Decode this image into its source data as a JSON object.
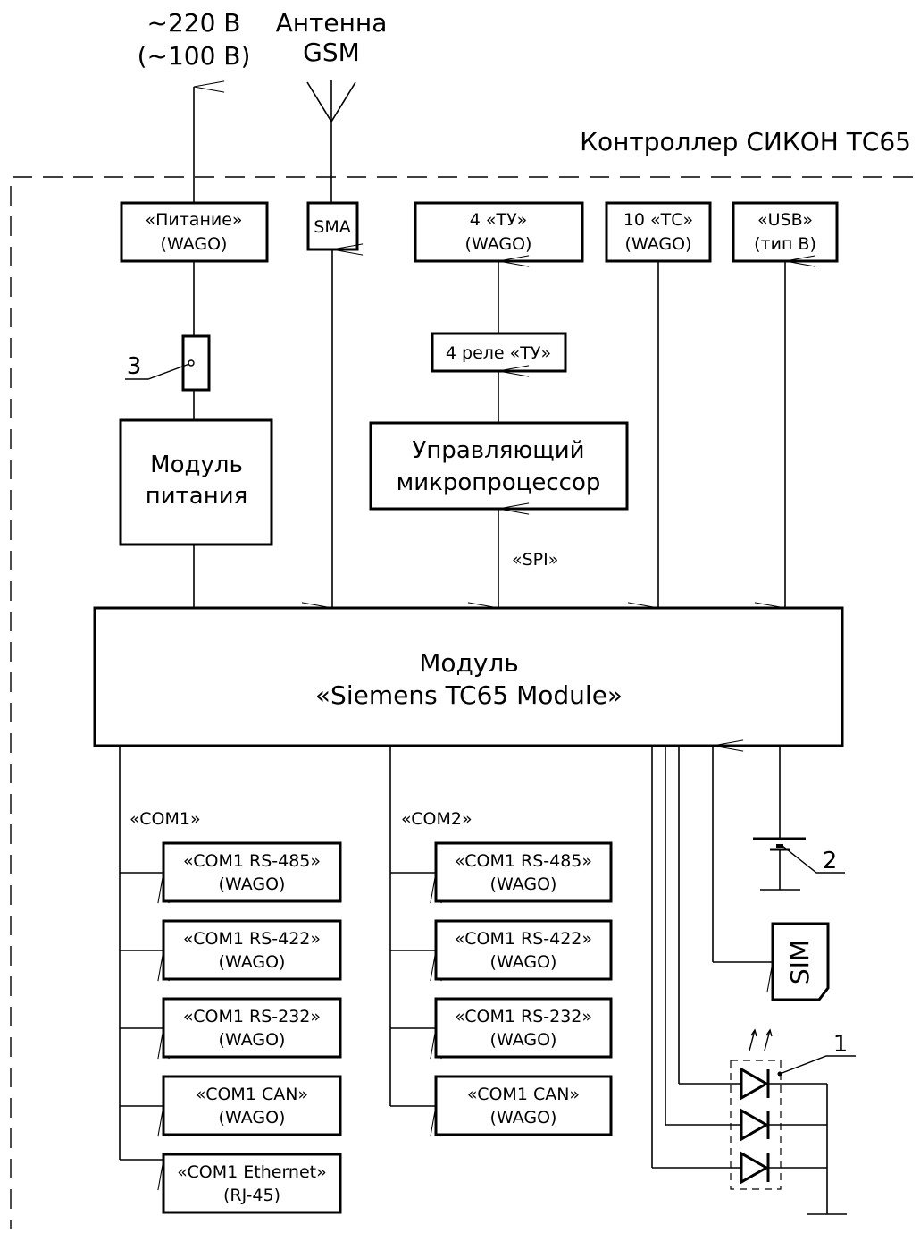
{
  "title": "Контроллер СИКОН ТС65",
  "power_in": {
    "line1": "~220 В",
    "line2": "(~100 В)"
  },
  "antenna": {
    "line1": "Антенна",
    "line2": "GSM"
  },
  "connectors": {
    "power": {
      "line1": "«Питание»",
      "line2": "(WAGO)"
    },
    "sma": "SMA",
    "tu": {
      "line1": "4 «ТУ»",
      "line2": "(WAGO)"
    },
    "tc": {
      "line1": "10 «ТС»",
      "line2": "(WAGO)"
    },
    "usb": {
      "line1": "«USB»",
      "line2": "(тип B)"
    }
  },
  "relay": "4 реле «ТУ»",
  "power_module": {
    "line1": "Модуль",
    "line2": "питания"
  },
  "mcu": {
    "line1": "Управляющий",
    "line2": "микропроцессор"
  },
  "spi_label": "«SPI»",
  "main_module": {
    "line1": "Модуль",
    "line2": "«Siemens TC65 Module»"
  },
  "com1": {
    "label": "«COM1»",
    "ports": [
      {
        "line1": "«COM1 RS-485»",
        "line2": "(WAGO)"
      },
      {
        "line1": "«COM1 RS-422»",
        "line2": "(WAGO)"
      },
      {
        "line1": "«COM1 RS-232»",
        "line2": "(WAGO)"
      },
      {
        "line1": "«COM1 CAN»",
        "line2": "(WAGO)"
      },
      {
        "line1": "«COM1 Ethernet»",
        "line2": "(RJ-45)"
      }
    ]
  },
  "com2": {
    "label": "«COM2»",
    "ports": [
      {
        "line1": "«COM1 RS-485»",
        "line2": "(WAGO)"
      },
      {
        "line1": "«COM1 RS-422»",
        "line2": "(WAGO)"
      },
      {
        "line1": "«COM1 RS-232»",
        "line2": "(WAGO)"
      },
      {
        "line1": "«COM1 CAN»",
        "line2": "(WAGO)"
      }
    ]
  },
  "sim": "SIM",
  "callouts": {
    "led": "1",
    "battery": "2",
    "fuse": "3"
  }
}
